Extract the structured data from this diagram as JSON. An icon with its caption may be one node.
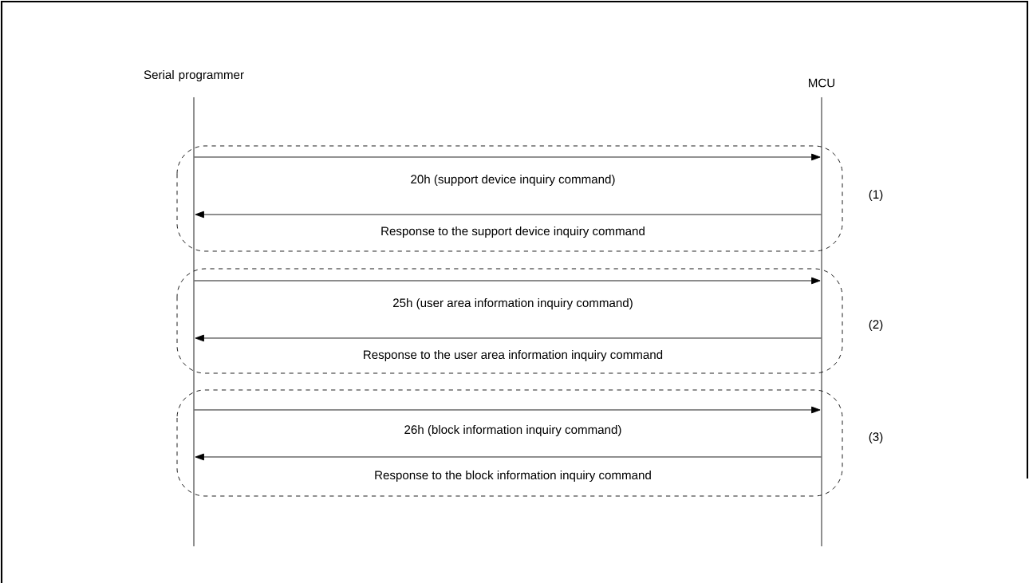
{
  "diagram": {
    "nodes": [
      {
        "text": [
          "Serial programmer"
        ]
      },
      {
        "text": [
          "MCU"
        ]
      }
    ],
    "edges": [
      {
        "from": 0,
        "to": 1,
        "arrow": "to",
        "label": "20h (support device inquiry command)"
      },
      {
        "from": 1,
        "to": 0,
        "arrow": "to",
        "label": "Response to the support device inquiry command"
      },
      {
        "from": 0,
        "to": 1,
        "arrow": "to",
        "label": "25h (user area information inquiry command)"
      },
      {
        "from": 1,
        "to": 0,
        "arrow": "to",
        "label": "Response to the user area information inquiry command"
      },
      {
        "from": 0,
        "to": 1,
        "arrow": "to",
        "label": "26h (block information inquiry command)"
      },
      {
        "from": 1,
        "to": 0,
        "arrow": "to",
        "label": "Response to the block information inquiry command"
      }
    ],
    "labels": [
      "(1)",
      "(2)",
      "(3)"
    ]
  }
}
